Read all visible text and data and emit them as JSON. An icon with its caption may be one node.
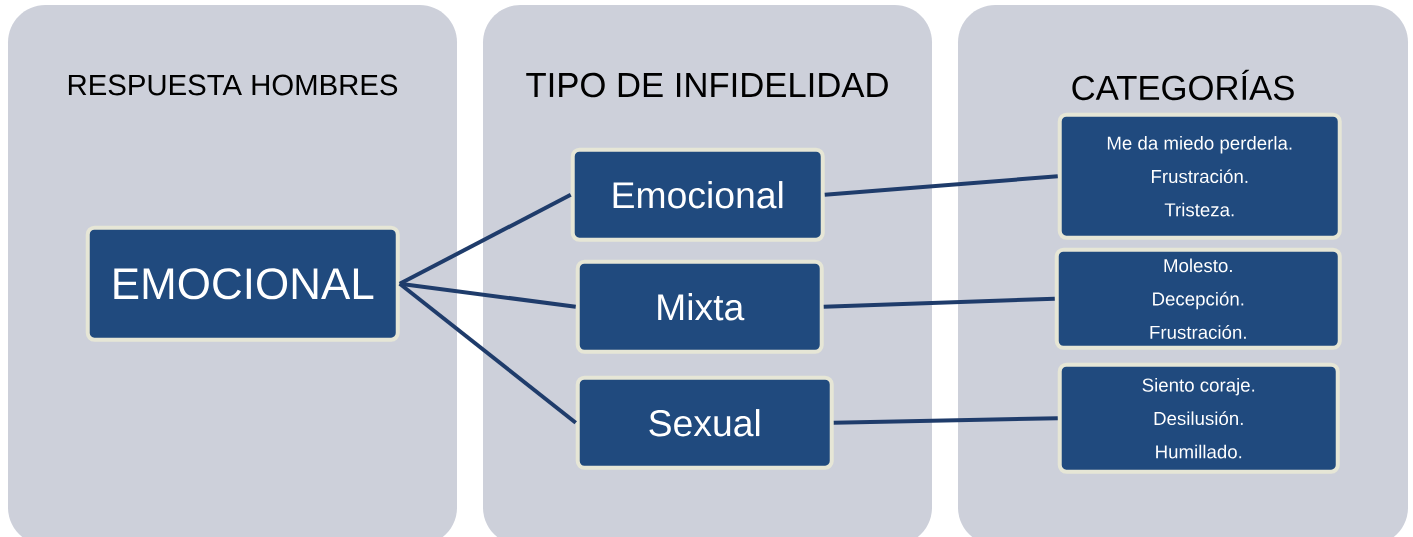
{
  "diagram": {
    "nodes": [
      {
        "text": [
          "RESPUESTA HOMBRES"
        ]
      },
      {
        "text": [
          "TIPO DE INFIDELIDAD"
        ]
      },
      {
        "text": [
          "CATEGORÍAS"
        ]
      },
      {
        "text": [
          "EMOCIONAL"
        ],
        "in": 0
      },
      {
        "text": [
          "Emocional"
        ],
        "in": 1
      },
      {
        "text": [
          "Mixta"
        ],
        "in": 1
      },
      {
        "text": [
          "Sexual"
        ],
        "in": 1
      },
      {
        "text": [
          "Me da miedo perderla.",
          "Frustración.",
          "Tristeza."
        ],
        "in": 2
      },
      {
        "text": [
          "Molesto.",
          "Decepción.",
          "Frustración."
        ],
        "in": 2
      },
      {
        "text": [
          "Siento coraje.",
          "Desilusión.",
          "Humillado."
        ],
        "in": 2
      }
    ],
    "edges": [
      {
        "from": 3,
        "to": 4,
        "arrow": "none"
      },
      {
        "from": 3,
        "to": 5,
        "arrow": "none"
      },
      {
        "from": 3,
        "to": 6,
        "arrow": "none"
      },
      {
        "from": 4,
        "to": 7,
        "arrow": "none"
      },
      {
        "from": 5,
        "to": 8,
        "arrow": "none"
      },
      {
        "from": 6,
        "to": 9,
        "arrow": "none"
      }
    ]
  }
}
